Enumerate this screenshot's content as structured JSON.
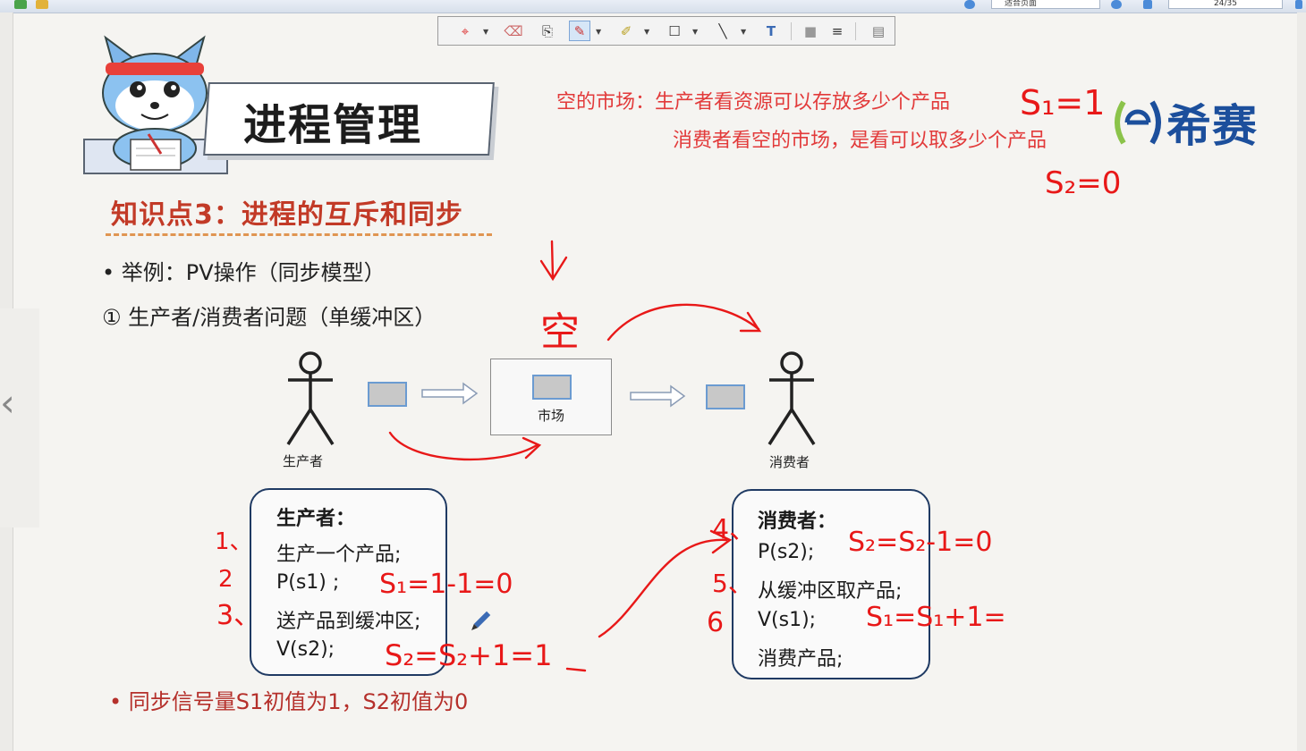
{
  "topbar": {
    "page_dropdown": "适合页面",
    "page_counter": "24/35"
  },
  "slide": {
    "title": "进程管理",
    "knowledge_point": "知识点3：进程的互斥和同步",
    "bullet_example": "•  举例：PV操作（同步模型）",
    "bullet_problem": "①  生产者/消费者问题（单缓冲区）",
    "diagram": {
      "producer_label": "生产者",
      "market_label": "市场",
      "consumer_label": "消费者"
    },
    "producer_box": {
      "title": "生产者：",
      "lines": [
        "生产一个产品;",
        "P(s1) ;",
        "送产品到缓冲区;",
        "V(s2);"
      ]
    },
    "consumer_box": {
      "title": "消费者：",
      "lines": [
        "P(s2);",
        "从缓冲区取产品;",
        "V(s1);",
        "消费产品;"
      ]
    },
    "footer_bullet": "•  同步信号量S1初值为1，S2初值为0",
    "logo": "希赛"
  },
  "annotations": {
    "note_line1": "空的市场：生产者看资源可以存放多少个产品",
    "note_line2": "消费者看空的市场，是看可以取多少个产品",
    "s1_init": "S₁=1",
    "s2_init": "S₂=0",
    "kong": "空",
    "step_1": "1、",
    "step_2": "2",
    "step_3": "3、",
    "step_4": "4、",
    "step_5": "5、",
    "step_6": "6",
    "s1_calc": "S₁=1-1=0",
    "s2_calc": "S₂=S₂+1=1",
    "s2_calc_consumer": "S₂=S₂-1=0",
    "s1_calc_consumer": "S₁=S₁+1="
  },
  "colors": {
    "ink": "#e81818",
    "title_red": "#c23a27",
    "logo_blue": "#1c4f9c",
    "box_border": "#1f3a63"
  },
  "icons": [
    "crosshair-icon",
    "eraser-icon",
    "stamp-icon",
    "pen-icon",
    "highlighter-icon",
    "rectangle-icon",
    "line-icon",
    "text-icon",
    "fill-icon",
    "line-width-icon",
    "pages-icon"
  ]
}
